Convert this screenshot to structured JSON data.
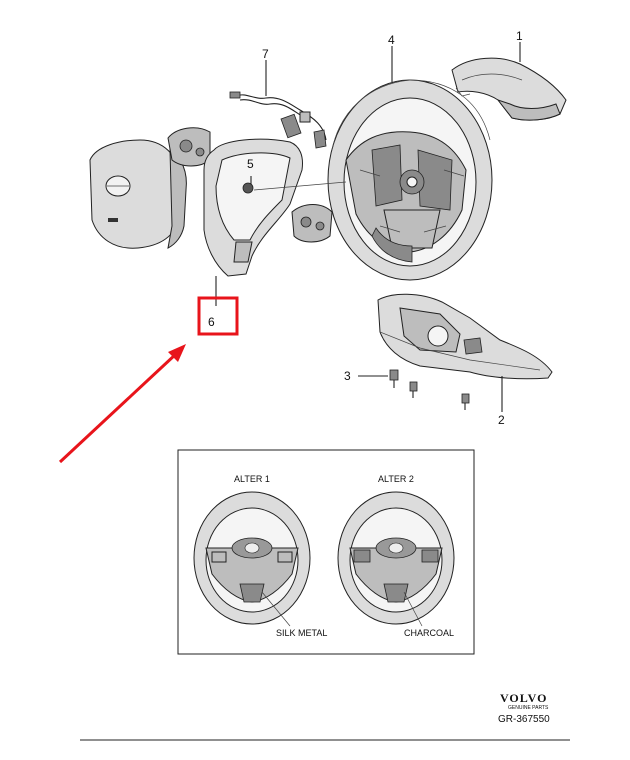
{
  "callouts": {
    "n1": "1",
    "n2": "2",
    "n3": "3",
    "n4": "4",
    "n5": "5",
    "n6": "6",
    "n7": "7"
  },
  "inset": {
    "alter1": "ALTER 1",
    "alter2": "ALTER 2",
    "finish1": "SILK METAL",
    "finish2": "CHARCOAL"
  },
  "footer": {
    "brand": "VOLVO",
    "brand_sub": "GENUINE PARTS",
    "code": "GR-367550"
  },
  "colors": {
    "highlight_box": "#e8141b",
    "arrow": "#e8141b"
  },
  "icons": [
    "volvo-logo-icon"
  ]
}
